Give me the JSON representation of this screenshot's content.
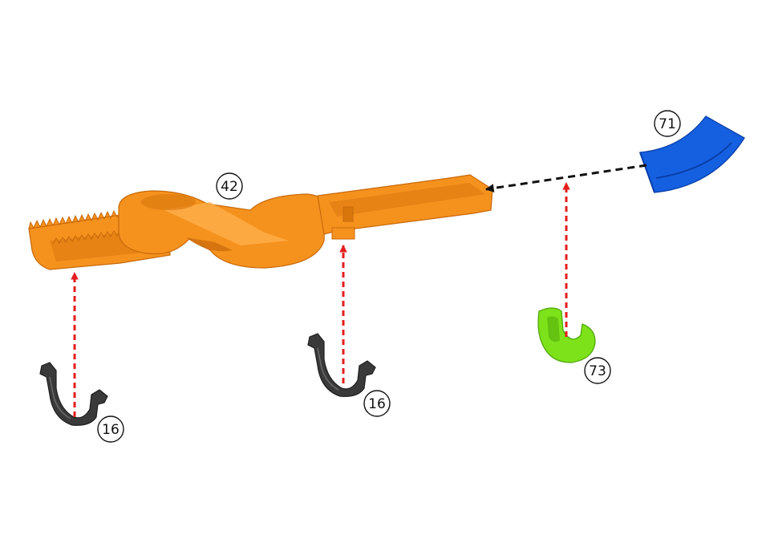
{
  "colors": {
    "background": "#ffffff",
    "duct": "#f5921e",
    "duct_shade": "#d8760c",
    "duct_light": "#ffb04d",
    "bend": "#1560e0",
    "bend_shade": "#0a3fa8",
    "clip_green": "#7ee21a",
    "clip_green_shade": "#4fa80a",
    "clip_dark": "#3a3a3a",
    "clip_dark_shade": "#1e1e1e",
    "arrow_red": "#e41d1d",
    "arrow_black": "#111111"
  },
  "parts": {
    "duct": {
      "label": "42",
      "icon": "orange-duct-part"
    },
    "bend": {
      "label": "71",
      "icon": "blue-bend-part"
    },
    "clip_green": {
      "label": "73",
      "icon": "green-clip-part"
    },
    "clip_left": {
      "label": "16",
      "icon": "dark-clip-part"
    },
    "clip_middle": {
      "label": "16",
      "icon": "dark-clip-part"
    }
  }
}
